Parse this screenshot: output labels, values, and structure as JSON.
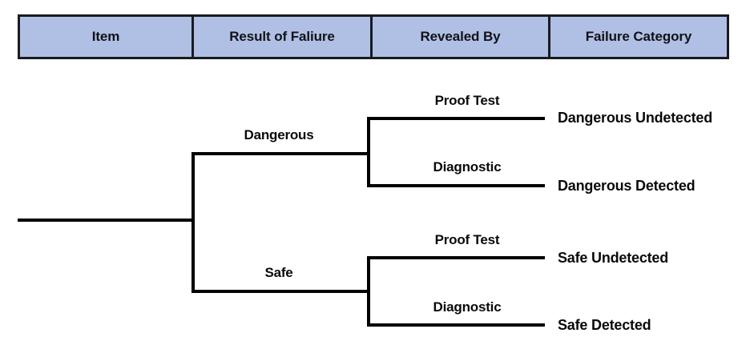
{
  "table": {
    "columns": [
      {
        "label": "Item"
      },
      {
        "label": "Result of Faliure"
      },
      {
        "label": "Revealed By"
      },
      {
        "label": "Failure Category"
      }
    ],
    "header_fill": "#b0c0e4",
    "border_color": "#1a1a22"
  },
  "diagram": {
    "type": "tree",
    "stroke_color": "#000000",
    "stroke_width": 4,
    "level1": [
      {
        "label": "Dangerous"
      },
      {
        "label": "Safe"
      }
    ],
    "level2": [
      {
        "label": "Proof Test",
        "parent": "Dangerous"
      },
      {
        "label": "Diagnostic",
        "parent": "Dangerous"
      },
      {
        "label": "Proof Test",
        "parent": "Safe"
      },
      {
        "label": "Diagnostic",
        "parent": "Safe"
      }
    ],
    "leaves": [
      {
        "label": "Dangerous Undetected",
        "path": "Dangerous / Proof Test"
      },
      {
        "label": "Dangerous Detected",
        "path": "Dangerous / Diagnostic"
      },
      {
        "label": "Safe Undetected",
        "path": "Safe / Proof Test"
      },
      {
        "label": "Safe Detected",
        "path": "Safe / Diagnostic"
      }
    ]
  }
}
